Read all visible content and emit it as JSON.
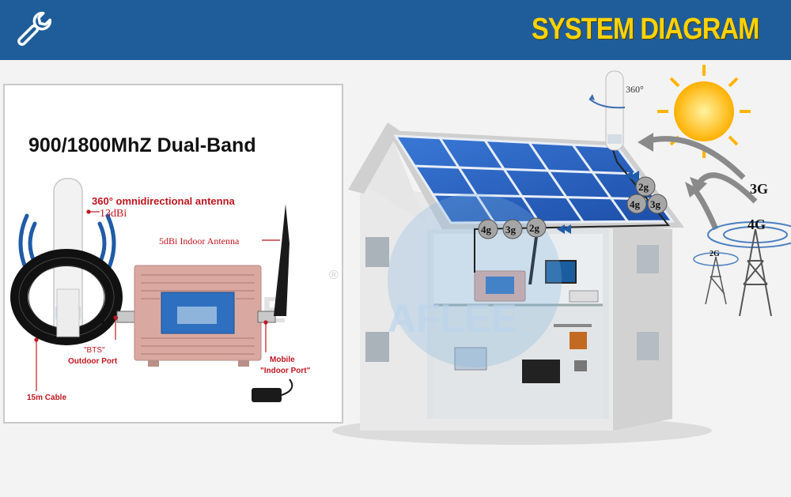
{
  "header": {
    "title": "SYSTEM DIAGRAM",
    "background_color": "#1f5d9a",
    "title_color": "#ffd200",
    "icon": "wrench-icon"
  },
  "product": {
    "band": "900/1800MhZ  Dual-Band",
    "outdoor_antenna_label": "360° omnidirectional antenna",
    "outdoor_antenna_gain": "13dBi",
    "indoor_antenna_label": "5dBi Indoor Antenna",
    "bts_label": "\"BTS\"",
    "outdoor_port_label": "Outdoor Port",
    "mobile_label": "Mobile",
    "indoor_port_label": "\"Indoor Port\"",
    "cable_label": "15m Cable",
    "watermark": "AFLEE"
  },
  "scene": {
    "rotation_label": "360°",
    "roof_bubbles": [
      "2g",
      "4g",
      "3g"
    ],
    "indoor_bubbles": [
      "4g",
      "3g",
      "2g"
    ],
    "tower_3g_label": "3G",
    "tower_4g_label": "4G",
    "tower_2g_label": "2G",
    "watermark": "AFLEE",
    "annotation_color": "#c0161e"
  }
}
